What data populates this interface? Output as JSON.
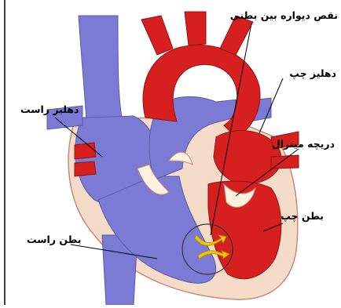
{
  "labels": {
    "vsd": "نقص دیواره بین بطنی",
    "left_atrium": "دهلیز چپ",
    "mitral_valve": "دریچه میترال",
    "left_ventricle": "بطن چپ",
    "right_atrium": "دهلیز راست",
    "right_ventricle": "بطن راست"
  },
  "colors": {
    "oxygenated": "#d61f1f",
    "deoxygenated": "#7b7bd6",
    "tissue": "#f5dcc8",
    "valve": "#fff3e0",
    "flow_arrow": "#f2c500"
  }
}
